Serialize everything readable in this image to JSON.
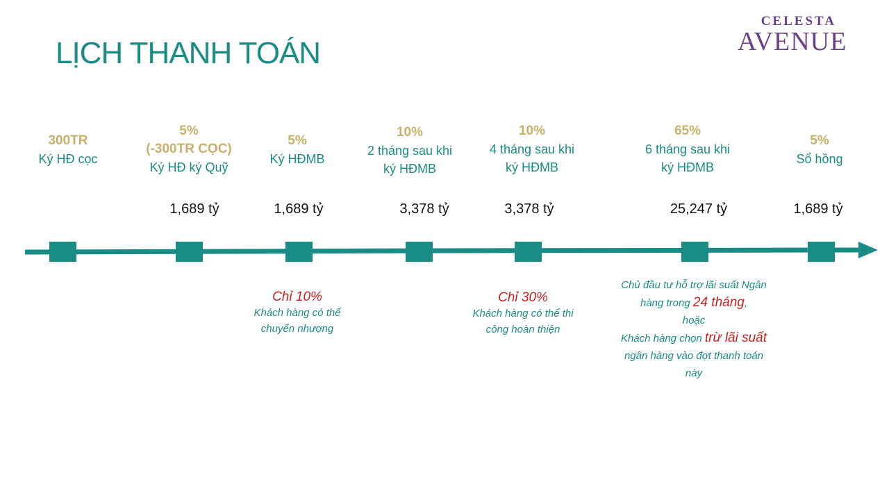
{
  "title": "LỊCH THANH TOÁN",
  "logo": {
    "top": "CELESTA",
    "main": "AVENUE"
  },
  "colors": {
    "teal": "#1a8c86",
    "gold": "#c9b06a",
    "red": "#cc1f1f",
    "purple": "#6b3f8a"
  },
  "stages": [
    {
      "pct": "300TR",
      "line1": "Ký HĐ cọc",
      "line2": ""
    },
    {
      "pct": "5%",
      "line1": "(-300TR CỌC)",
      "line2": "Ký HĐ ký Quỹ"
    },
    {
      "pct": "5%",
      "line1": "Ký HĐMB",
      "line2": ""
    },
    {
      "pct": "10%",
      "line1": "2 tháng sau khi",
      "line2": "ký HĐMB"
    },
    {
      "pct": "10%",
      "line1": "4 tháng sau khi",
      "line2": "ký HĐMB"
    },
    {
      "pct": "65%",
      "line1": "6 tháng sau khi",
      "line2": "ký HĐMB"
    },
    {
      "pct": "5%",
      "line1": "Sổ hồng",
      "line2": ""
    }
  ],
  "amounts": [
    "1,689 tỷ",
    "1,689 tỷ",
    "3,378 tỷ",
    "3,378 tỷ",
    "25,247 tỷ",
    "1,689 tỷ"
  ],
  "notes": {
    "n1": {
      "highlight": "Chỉ 10%",
      "line1": "Khách hàng có thể",
      "line2": "chuyển nhượng"
    },
    "n2": {
      "highlight": "Chỉ 30%",
      "line1": "Khách hàng có thể thi",
      "line2": "công hoàn thiện"
    },
    "n3": {
      "line1": "Chủ đầu tư hỗ trợ lãi suất Ngân",
      "line2a": "hàng trong ",
      "line2b": "24 tháng",
      "line2c": ",",
      "line3": "hoặc",
      "line4a": "Khách hàng chọn ",
      "line4b": "trừ lãi suất",
      "line5": "ngân hàng vào đợt thanh toán",
      "line6": "này"
    }
  }
}
